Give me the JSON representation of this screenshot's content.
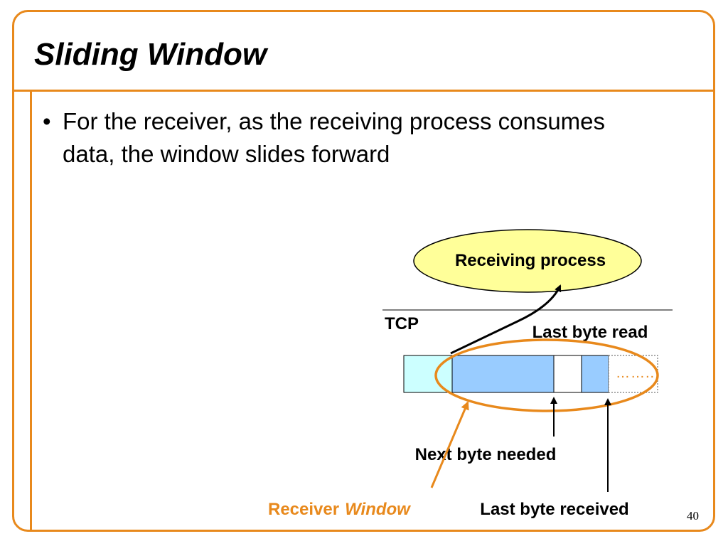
{
  "slide": {
    "title": "Sliding Window",
    "bullet": "For the receiver, as the receiving process consumes data, the window slides forward",
    "bullet_marker": "•",
    "page_number": "40"
  },
  "diagram": {
    "process_label": "Receiving process",
    "tcp_label": "TCP",
    "last_byte_read_label": "Last byte read",
    "next_byte_needed_label": "Next byte needed",
    "last_byte_received_label": "Last byte received",
    "receiver_label": "Receiver",
    "window_label": "Window",
    "ellipsis": "……..",
    "colors": {
      "accent": "#E8891C",
      "process_fill": "#FFFF99",
      "read_segment": "#CCFFFF",
      "received_segment": "#99CCFF",
      "gap_segment": "#FFFFFF"
    }
  }
}
